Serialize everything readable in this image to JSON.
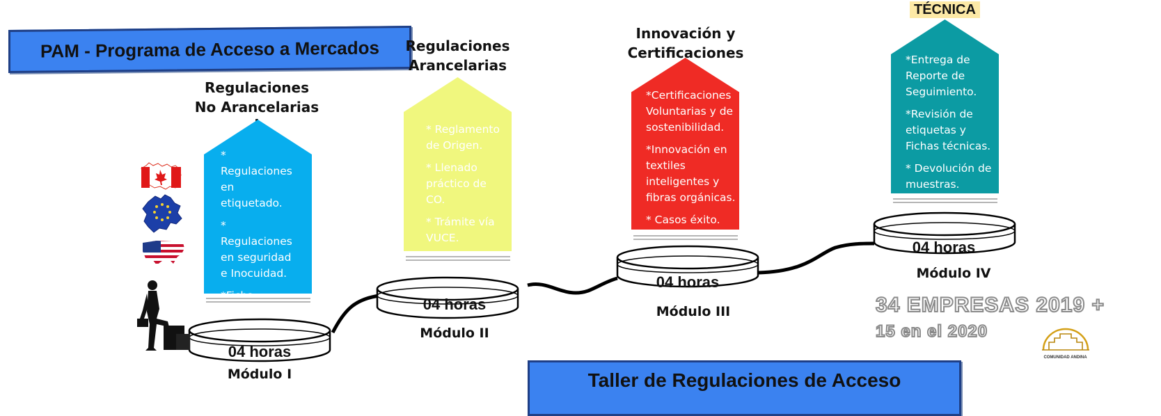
{
  "banner_top": "PAM - Programa de Acceso a Mercados",
  "banner_bottom": "Taller de Regulaciones de Acceso",
  "modules": [
    {
      "title_lines": [
        "Regulaciones",
        "No Arancelarias",
        "I"
      ],
      "items": [
        "* Regulaciones en etiquetado.",
        "* Regulaciones en seguridad e Inocuidad.",
        "*Ficha"
      ],
      "hours": "04 horas",
      "label": "Módulo I",
      "color": "#08aeee",
      "text_color": "#ffffff"
    },
    {
      "title_lines": [
        "Regulaciones",
        "Arancelarias"
      ],
      "items": [
        "* Reglamento de Origen.",
        "* Llenado práctico de CO.",
        "* Trámite vía VUCE."
      ],
      "hours": "04 horas",
      "label": "Módulo II",
      "color": "#f0f77e",
      "text_color": "#ffffff"
    },
    {
      "title_lines": [
        "Innovación y",
        "Certificaciones"
      ],
      "items": [
        "*Certificaciones Voluntarias y de sostenibilidad.",
        "*Innovación en textiles inteligentes y fibras orgánicas.",
        "* Casos éxito."
      ],
      "hours": "04 horas",
      "label": "Módulo III",
      "color": "#ef2b25",
      "text_color": "#ffffff"
    },
    {
      "title_lines": [
        "TÉCNICA"
      ],
      "items": [
        "*Entrega de Reporte de Seguimiento.",
        "*Revisión de etiquetas y Fichas técnicas.",
        "* Devolución de muestras."
      ],
      "hours": "04 horas",
      "label": "Módulo IV",
      "color": "#0c9ba3",
      "text_color": "#ffffff"
    }
  ],
  "stats_line1": "34 EMPRESAS 2019 +",
  "stats_line2": "15 en el 2020",
  "logo_text": "COMUNIDAD ANDINA",
  "colors": {
    "banner": "#3b82f0",
    "highlight": "#fde9a6"
  },
  "icons": [
    "canada-map-flag-icon",
    "eu-map-flag-icon",
    "usa-map-flag-icon",
    "climbing-person-icon",
    "comunidad-andina-logo-icon"
  ]
}
